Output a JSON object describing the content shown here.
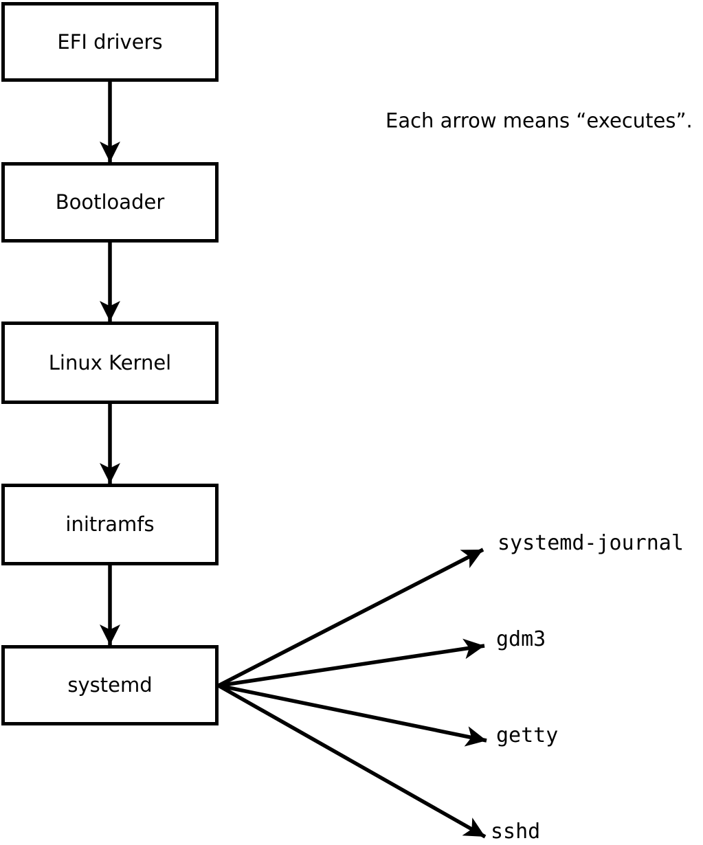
{
  "diagram": {
    "caption": "Each arrow means “executes”.",
    "edge_meaning": "executes",
    "boot_chain": [
      {
        "id": "efi",
        "label": "EFI drivers"
      },
      {
        "id": "bootloader",
        "label": "Bootloader"
      },
      {
        "id": "kernel",
        "label": "Linux Kernel"
      },
      {
        "id": "initramfs",
        "label": "initramfs"
      },
      {
        "id": "systemd",
        "label": "systemd"
      }
    ],
    "spawned_processes": [
      {
        "id": "systemd-journal",
        "label": "systemd-journal"
      },
      {
        "id": "gdm3",
        "label": "gdm3"
      },
      {
        "id": "getty",
        "label": "getty"
      },
      {
        "id": "sshd",
        "label": "sshd"
      }
    ],
    "edges": [
      {
        "from": "EFI drivers",
        "to": "Bootloader"
      },
      {
        "from": "Bootloader",
        "to": "Linux Kernel"
      },
      {
        "from": "Linux Kernel",
        "to": "initramfs"
      },
      {
        "from": "initramfs",
        "to": "systemd"
      },
      {
        "from": "systemd",
        "to": "systemd-journal"
      },
      {
        "from": "systemd",
        "to": "gdm3"
      },
      {
        "from": "systemd",
        "to": "getty"
      },
      {
        "from": "systemd",
        "to": "sshd"
      }
    ],
    "colors": {
      "line": "#000000",
      "box_fill": "#ffffff",
      "background": "#ffffff",
      "text": "#000000"
    }
  }
}
